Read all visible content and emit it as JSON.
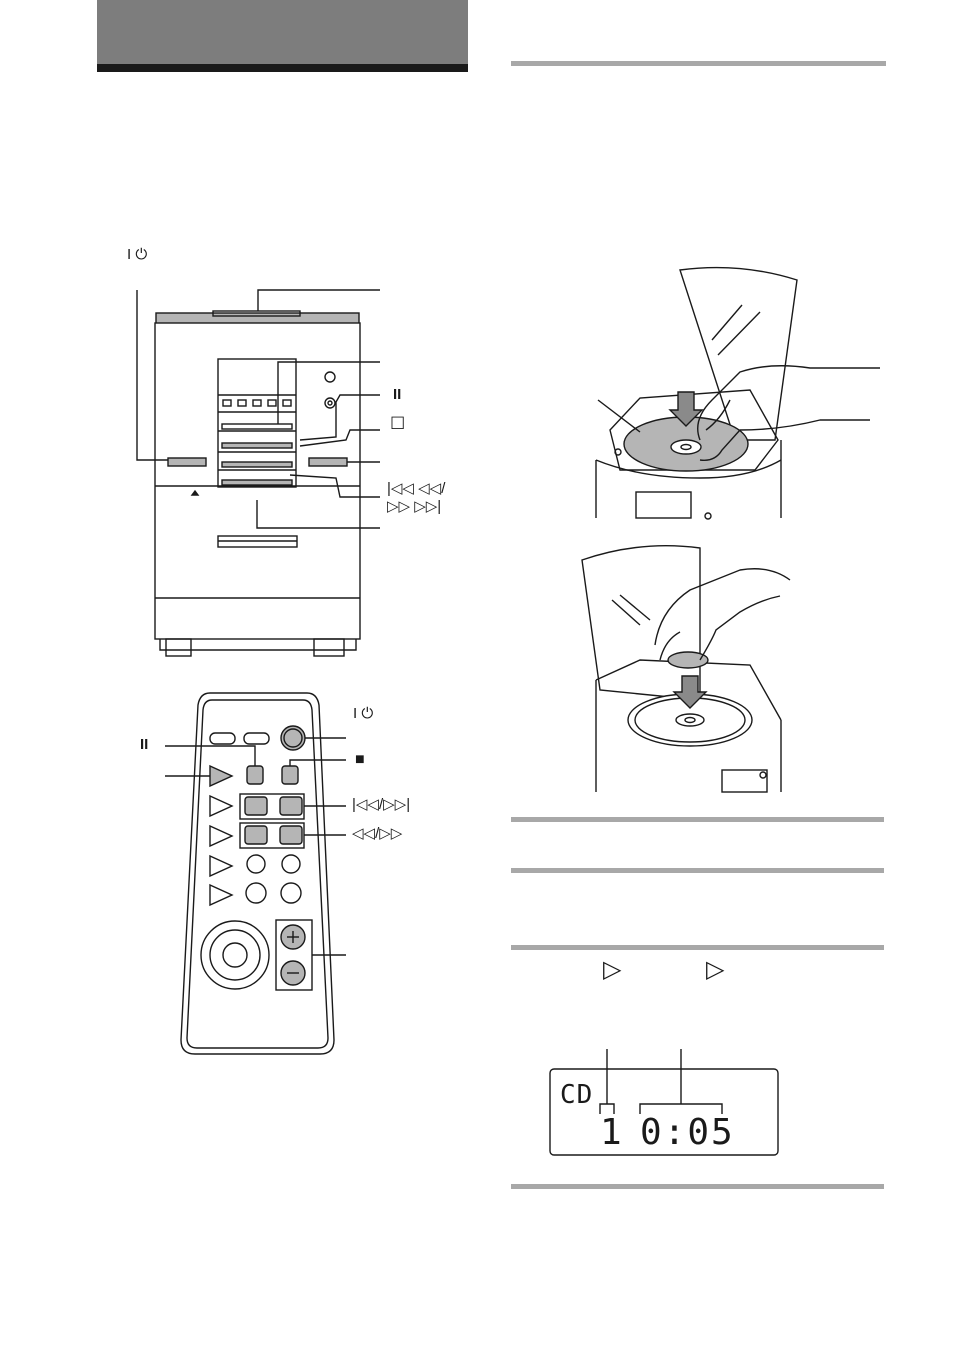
{
  "labels": {
    "power_main": "I ⏻",
    "pause_main": "II",
    "stop_main": "☐",
    "skip_main_line1": "|◁◁ ◁◁/",
    "skip_main_line2": "▷▷ ▷▷|",
    "power_remote": "I ⏻",
    "pause_remote": "II",
    "stop_remote": "■",
    "skip_remote": "|◁◁/▷▷|",
    "search_remote": "◁◁/▷▷"
  },
  "step4": {
    "play_symbol_1": "▷",
    "play_symbol_2": "▷"
  },
  "display": {
    "source": "CD",
    "track": "1",
    "time": "0:05"
  },
  "colors": {
    "header_gray": "#7d7d7d",
    "rule_gray": "#a8a8a8",
    "highlight_gray": "#b5b5b5"
  }
}
